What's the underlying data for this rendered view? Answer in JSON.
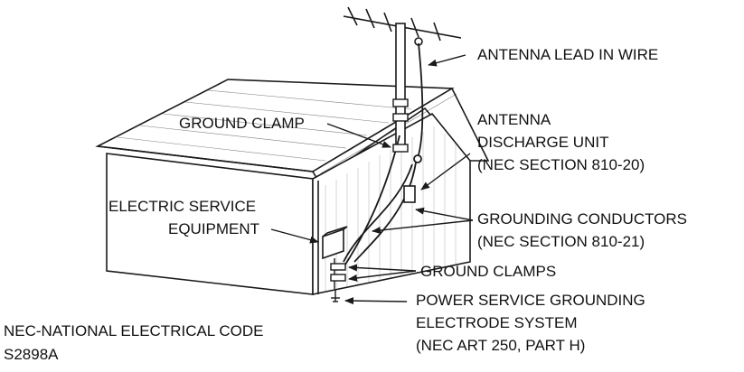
{
  "labels": {
    "antenna_lead_in_wire": "ANTENNA LEAD IN WIRE",
    "ground_clamp": "GROUND CLAMP",
    "antenna_discharge_unit": [
      "ANTENNA",
      "DISCHARGE UNIT",
      "(NEC SECTION 810-20)"
    ],
    "electric_service_equipment": [
      "ELECTRIC SERVICE",
      "EQUIPMENT"
    ],
    "grounding_conductors": [
      "GROUNDING CONDUCTORS",
      "(NEC SECTION 810-21)"
    ],
    "ground_clamps": "GROUND CLAMPS",
    "power_service_grounding": [
      "POWER SERVICE GROUNDING",
      "ELECTRODE SYSTEM",
      "(NEC ART 250, PART H)"
    ]
  },
  "footer": {
    "code_note": "NEC-NATIONAL ELECTRICAL CODE",
    "figure_id": "S2898A"
  },
  "colors": {
    "line": "#1a1a1a",
    "fill": "#ffffff"
  }
}
